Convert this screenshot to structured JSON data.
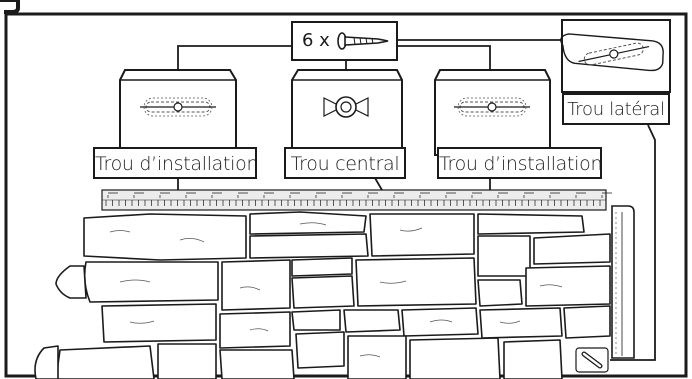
{
  "labels": {
    "screw_count": "6 x",
    "install_left": "Trou d’installation",
    "central": "Trou central",
    "install_right": "Trou d’installation",
    "lateral": "Trou latéral"
  },
  "icons": {
    "screw": "screw-icon",
    "slot_hole": "slotted-hole-icon",
    "center_hole": "round-hole-icon",
    "side_hole": "side-slot-icon"
  },
  "colors": {
    "line": "#1b1b1b",
    "stone_fill": "#ffffff",
    "strip_fill": "#e9e9e9"
  }
}
